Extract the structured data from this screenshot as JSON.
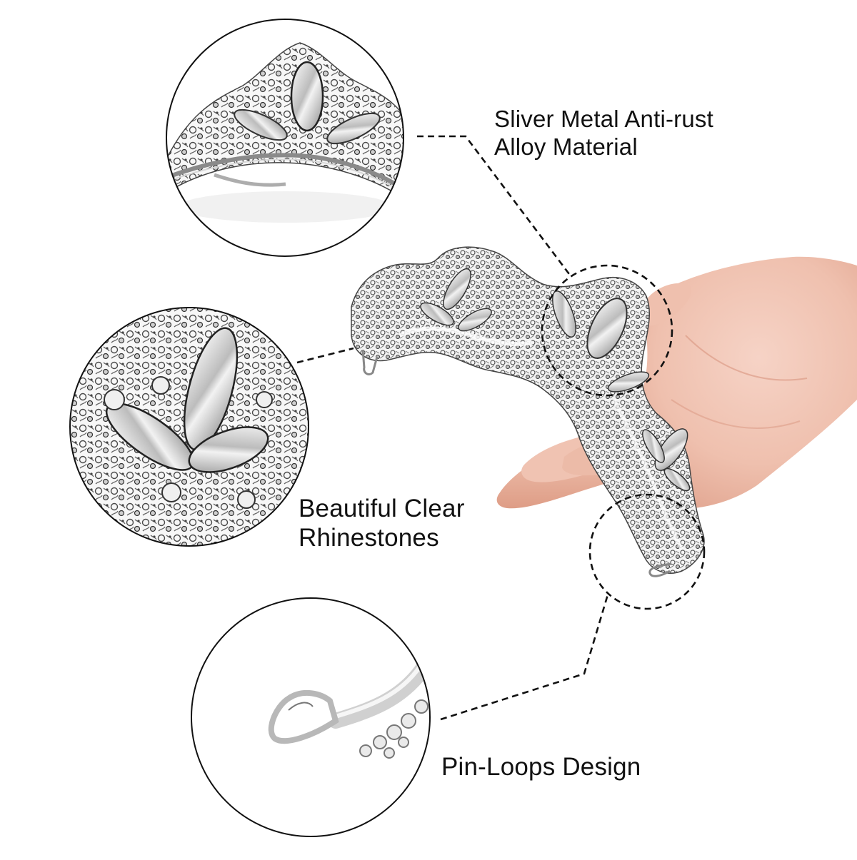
{
  "infographic": {
    "subject": "Silver rhinestone crystal tiara held in a hand",
    "callouts": [
      {
        "id": "alloy",
        "lines": [
          "Sliver Metal Anti-rust",
          "Alloy Material"
        ],
        "detail_view": "close-up of crown top with marquise crystal"
      },
      {
        "id": "rhinestones",
        "lines": [
          "Beautiful Clear",
          "Rhinestones"
        ],
        "detail_view": "close-up of marquise crystals and floral rhinestones"
      },
      {
        "id": "pinloops",
        "lines": [
          "Pin-Loops Design"
        ],
        "detail_view": "close-up of pin loop at tiara end"
      }
    ]
  },
  "colors": {
    "background": "#ffffff",
    "text": "#111111",
    "circle_stroke": "#111111",
    "dash_stroke": "#111111",
    "skin": "#efc0ae",
    "skin_shadow": "#d9957f",
    "silver_light": "#e6e6e6",
    "silver_dark": "#6a6a6a"
  }
}
